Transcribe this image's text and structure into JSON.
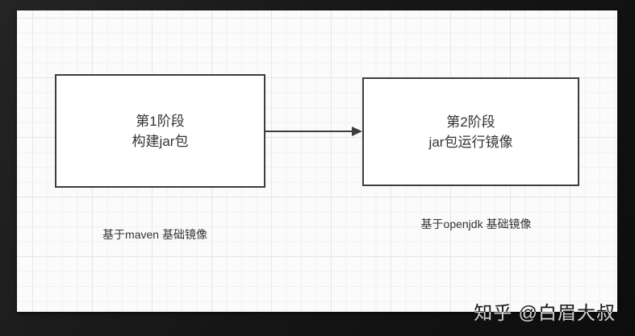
{
  "diagram": {
    "stage1": {
      "title_line1": "第1阶段",
      "title_line2": "构建jar包",
      "caption": "基于maven 基础镜像"
    },
    "stage2": {
      "title_line1": "第2阶段",
      "title_line2": "jar包运行镜像",
      "caption": "基于openjdk 基础镜像"
    }
  },
  "watermark": {
    "text": "知乎 @白眉大叔"
  },
  "colors": {
    "outer_background": "#181818",
    "grid_background": "#fbfbfb",
    "grid_line_minor": "#f1f1f1",
    "grid_line_major": "#e6e6e6",
    "box_fill": "#ffffff",
    "box_border": "#3d3d3d",
    "text": "#333333",
    "watermark": "#e0e0e0"
  }
}
